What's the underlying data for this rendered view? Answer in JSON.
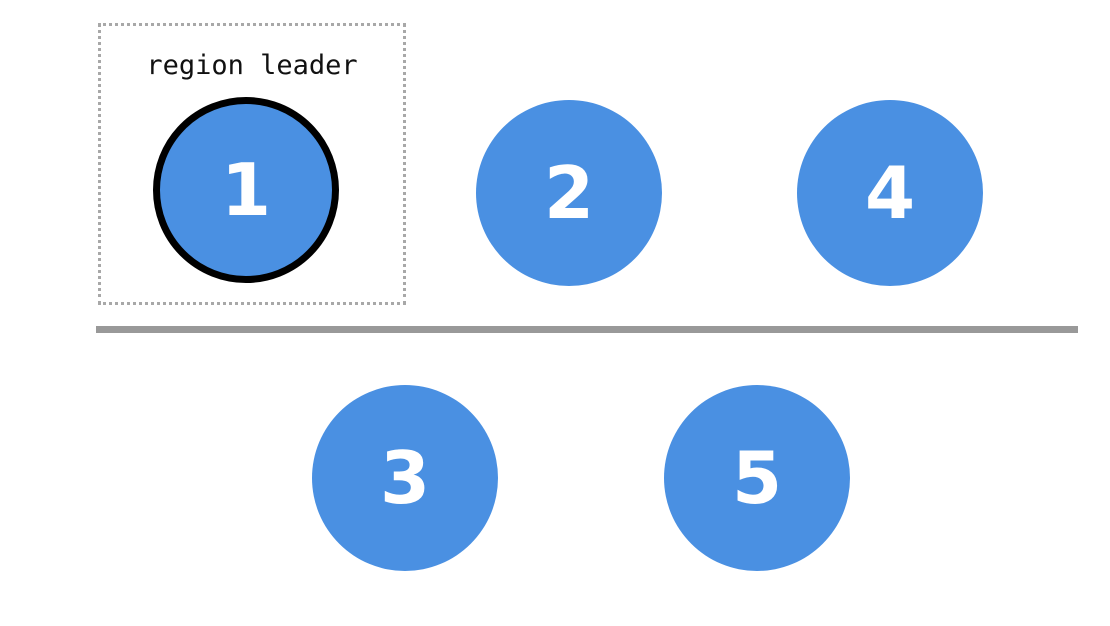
{
  "leader_label": "region leader",
  "colors": {
    "node_fill": "#4a90e2",
    "node_text": "#ffffff",
    "leader_ring": "#000000",
    "divider": "#999999",
    "dotted_border": "#a8a8a8"
  },
  "region_top": {
    "nodes": [
      {
        "label": "1",
        "is_leader": true
      },
      {
        "label": "2",
        "is_leader": false
      },
      {
        "label": "4",
        "is_leader": false
      }
    ]
  },
  "region_bottom": {
    "nodes": [
      {
        "label": "3",
        "is_leader": false
      },
      {
        "label": "5",
        "is_leader": false
      }
    ]
  }
}
